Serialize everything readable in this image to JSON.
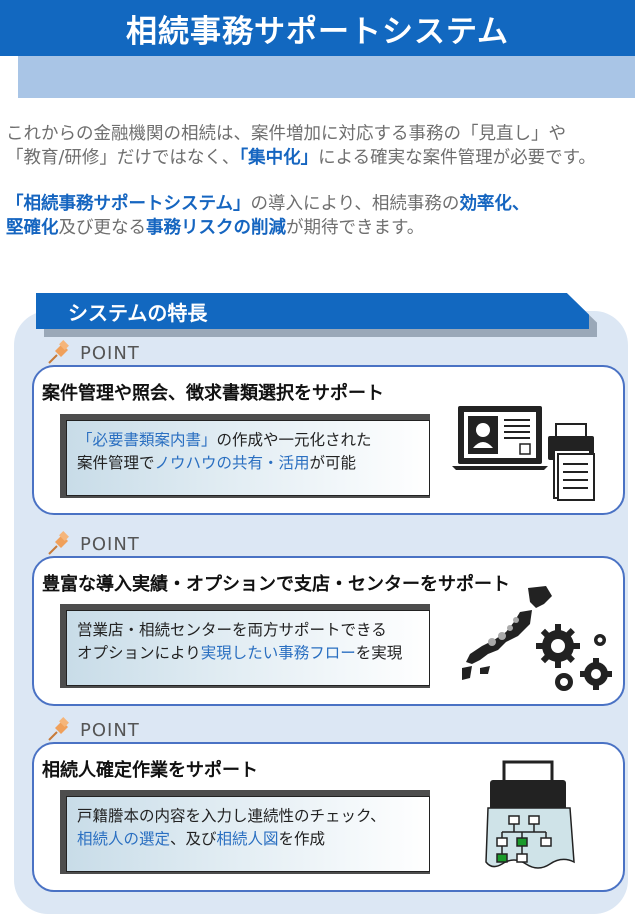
{
  "header": {
    "title": "相続事務サポートシステム"
  },
  "intro": {
    "p1_line1": "これからの金融機関の相続は、案件増加に対応する事務の「見直し」や",
    "p1_line2_a": "「教育/研修」だけではなく、",
    "p1_line2_b": "「集中化」",
    "p1_line2_c": "による確実な案件管理が必要です。",
    "p2_line1_a": "「相続事務サポートシステム」",
    "p2_line1_b": "の導入により、相続事務の",
    "p2_line1_c": "効率化",
    "p2_line1_d": "、",
    "p2_line2_a": "堅確化",
    "p2_line2_b": "及び更なる",
    "p2_line2_c": "事務リスクの削減",
    "p2_line2_d": "が期待できます。"
  },
  "features": {
    "tab_label": "システムの特長",
    "point_label": "POINT",
    "items": [
      {
        "heading": "案件管理や照会、徴求書類選択をサポート",
        "line1_a": "「必要書類案内書」",
        "line1_b": "の作成や一元化された",
        "line2_a": "案件管理で",
        "line2_b": "ノウハウの共有・活用",
        "line2_c": "が可能"
      },
      {
        "heading": "豊富な導入実績・オプションで支店・センターをサポート",
        "line1_a": "営業店・相続センターを両方サポートできる",
        "line2_a": "オプションにより",
        "line2_b": "実現したい事務フロー",
        "line2_c": "を実現"
      },
      {
        "heading": "相続人確定作業をサポート",
        "line1_a": "戸籍謄本の内容を入力し連続性のチェック、",
        "line2_a": "相続人の選定",
        "line2_b": "、及び",
        "line2_c": "相続人図",
        "line2_d": "を作成"
      }
    ]
  },
  "colors": {
    "brand_blue": "#1268c0",
    "highlight_blue": "#2a6fc1",
    "panel_bg": "#dce7f4",
    "pin_orange": "#f0a05a",
    "tree_green": "#1a9a2a"
  }
}
